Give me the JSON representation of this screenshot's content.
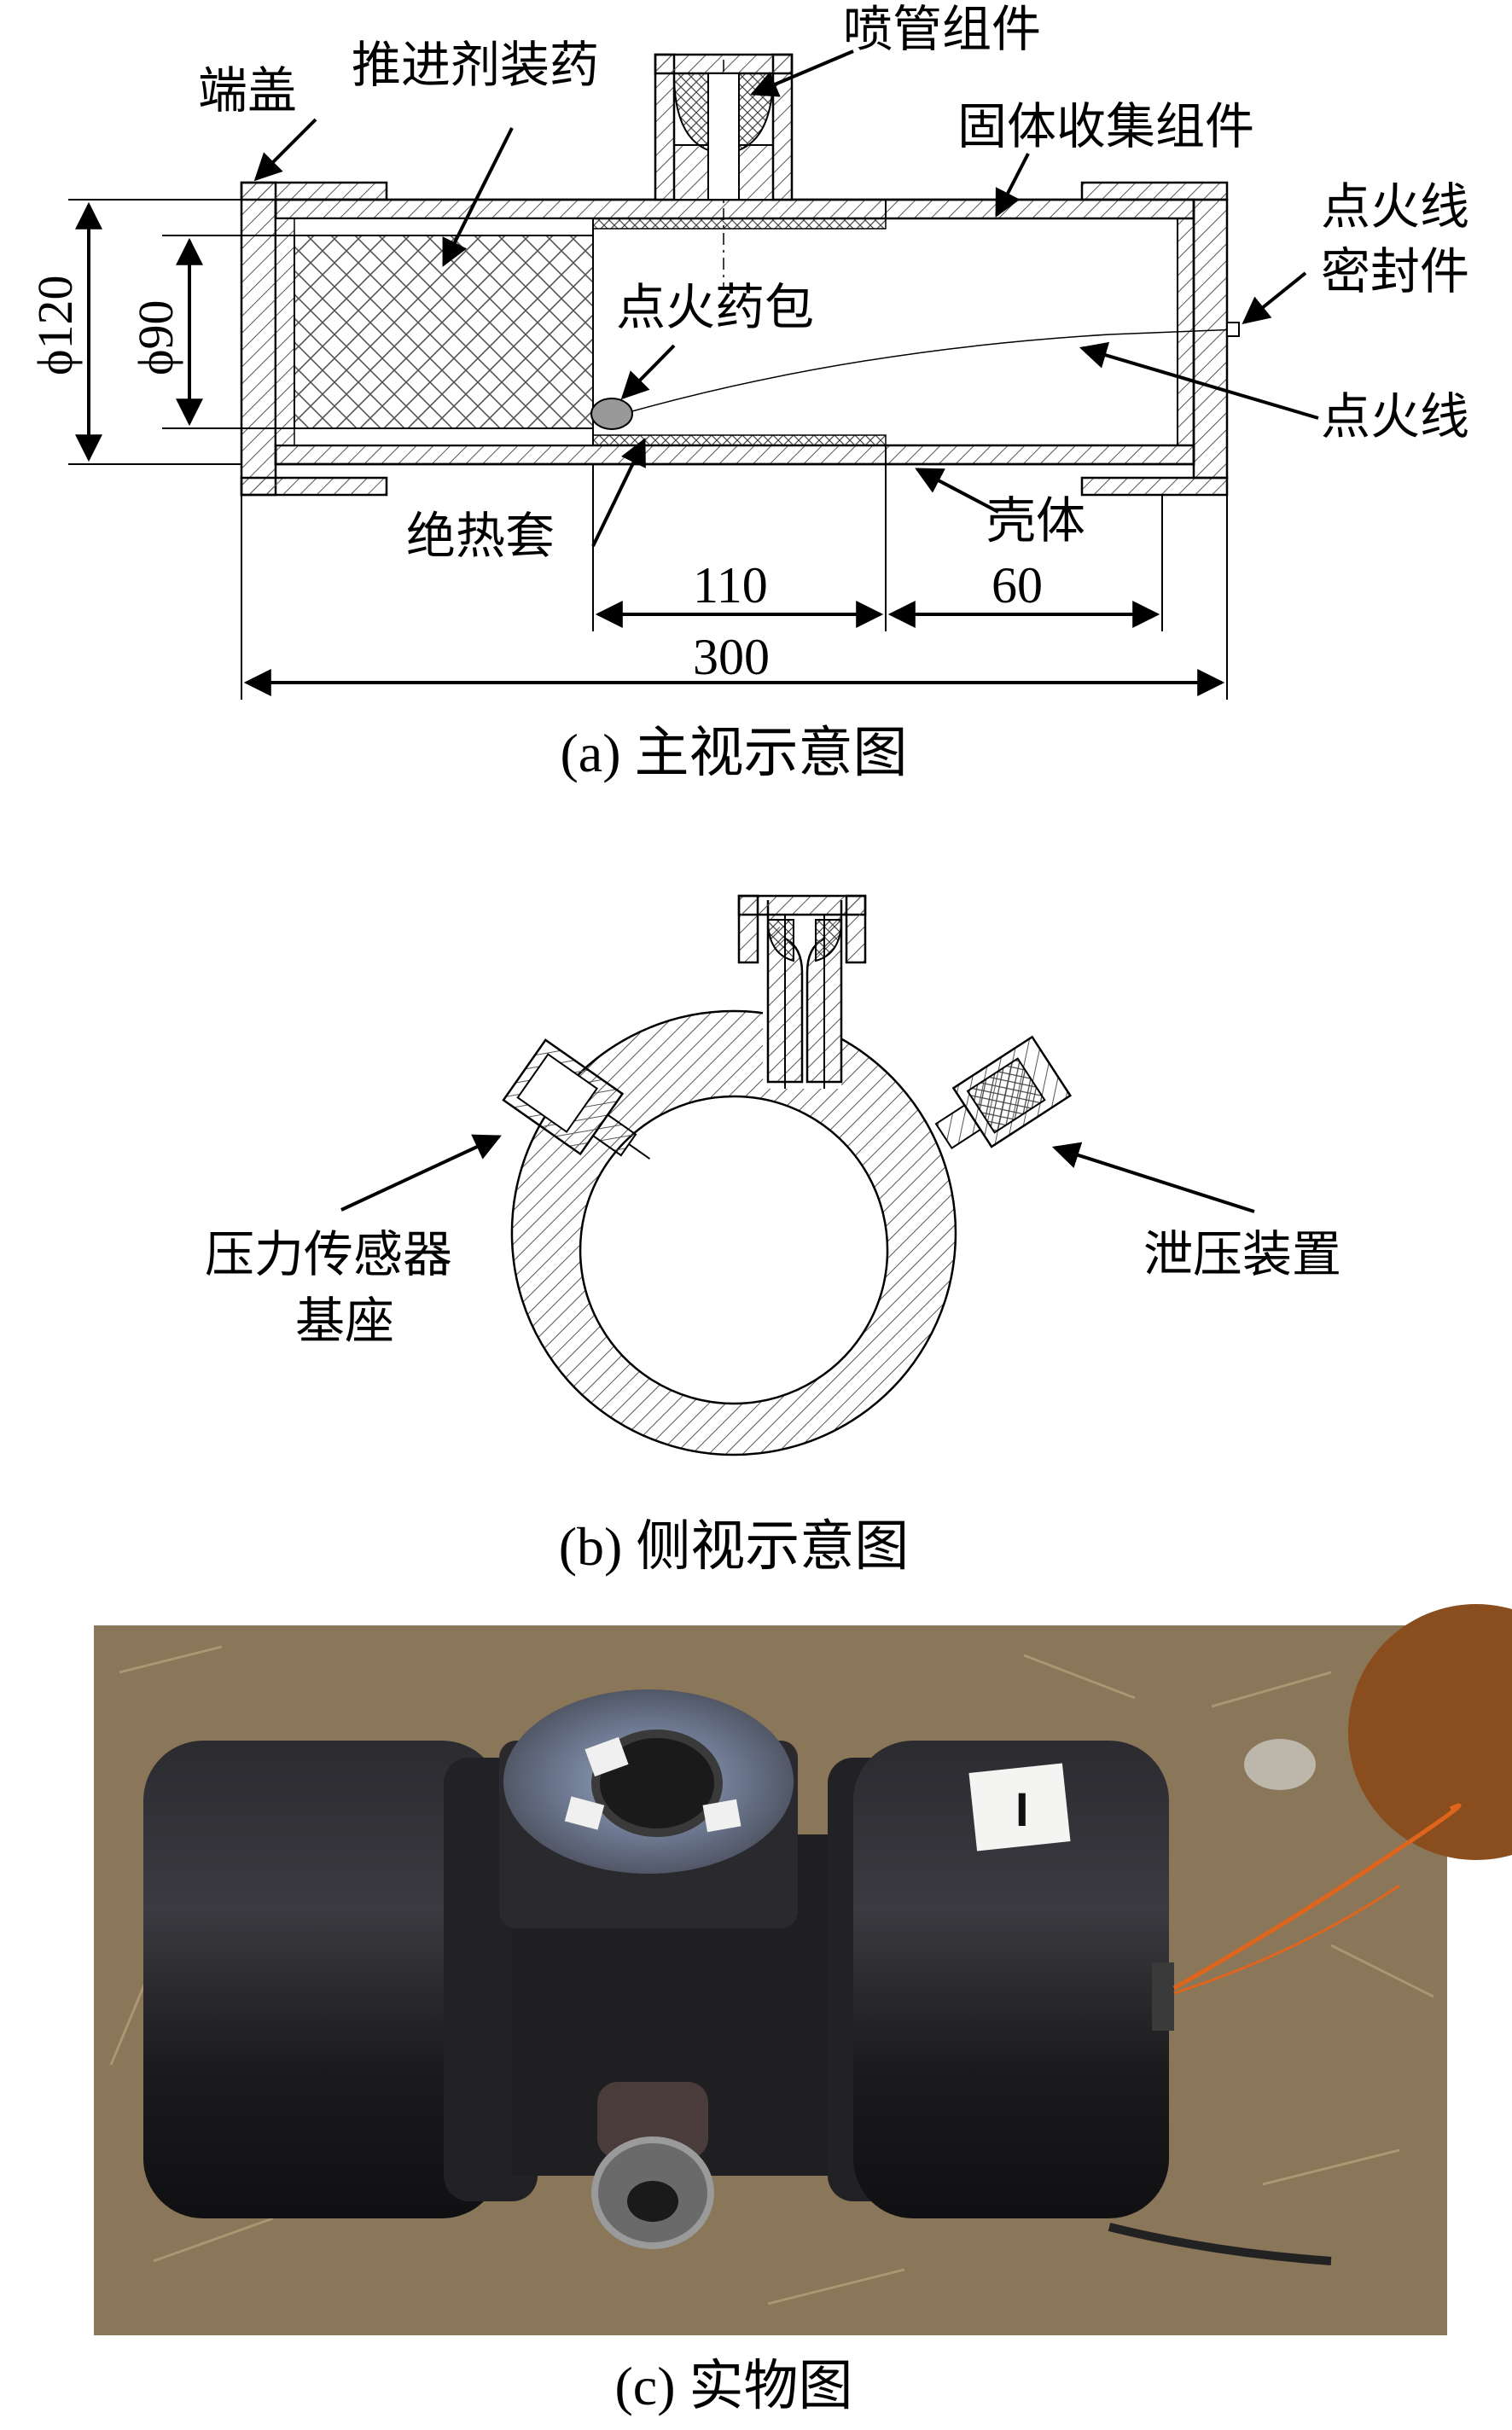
{
  "figure_a": {
    "caption": "(a) 主视示意图",
    "labels": {
      "end_cap": "端盖",
      "propellant": "推进剂装药",
      "nozzle": "喷管组件",
      "collector": "固体收集组件",
      "wire_seal_1": "点火线",
      "wire_seal_2": "密封件",
      "igniter": "点火药包",
      "ignition_wire": "点火线",
      "insulation": "绝热套",
      "shell": "壳体"
    },
    "dims": {
      "d_outer": "ϕ120",
      "d_inner": "ϕ90",
      "len_110": "110",
      "len_60": "60",
      "len_300": "300"
    }
  },
  "figure_b": {
    "caption": "(b) 侧视示意图",
    "labels": {
      "sensor_1": "压力传感器",
      "sensor_2": "基座",
      "relief": "泄压装置"
    }
  },
  "figure_c": {
    "caption": "(c) 实物图",
    "marker_text": "I"
  },
  "colors": {
    "line": "#000000",
    "photo_ground": "#8a7658",
    "device_body": "#1c1c1e",
    "nozzle_metal": "#6f7a8c",
    "wire": "#e0651c"
  }
}
